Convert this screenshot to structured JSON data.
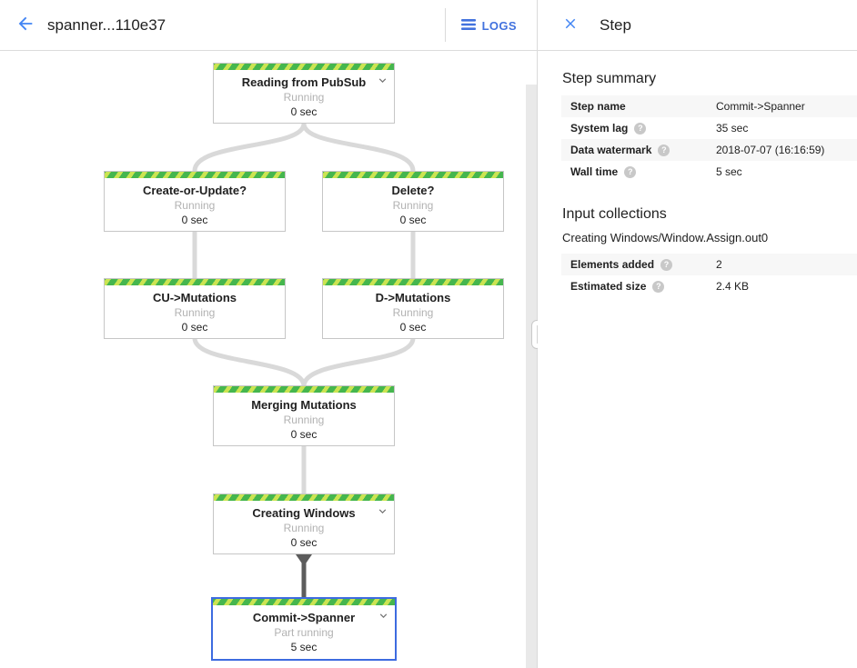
{
  "header": {
    "title": "spanner...110e37",
    "logs_label": "LOGS"
  },
  "panel": {
    "title": "Step",
    "step_summary": {
      "heading": "Step summary",
      "rows": [
        {
          "label": "Step name",
          "value": "Commit->Spanner"
        },
        {
          "label": "System lag",
          "value": "35 sec"
        },
        {
          "label": "Data watermark",
          "value": "2018-07-07 (16:16:59)"
        },
        {
          "label": "Wall time",
          "value": "5 sec"
        }
      ]
    },
    "input_collections": {
      "heading": "Input collections",
      "collection_name": "Creating Windows/Window.Assign.out0",
      "rows": [
        {
          "label": "Elements added",
          "value": "2"
        },
        {
          "label": "Estimated size",
          "value": "2.4 KB"
        }
      ]
    }
  },
  "graph": {
    "nodes": [
      {
        "id": "reading-from-pubsub",
        "title": "Reading from PubSub",
        "status": "Running",
        "time": "0 sec"
      },
      {
        "id": "create-or-update",
        "title": "Create-or-Update?",
        "status": "Running",
        "time": "0 sec"
      },
      {
        "id": "delete",
        "title": "Delete?",
        "status": "Running",
        "time": "0 sec"
      },
      {
        "id": "cu-mutations",
        "title": "CU->Mutations",
        "status": "Running",
        "time": "0 sec"
      },
      {
        "id": "d-mutations",
        "title": "D->Mutations",
        "status": "Running",
        "time": "0 sec"
      },
      {
        "id": "merging-mutations",
        "title": "Merging Mutations",
        "status": "Running",
        "time": "0 sec"
      },
      {
        "id": "creating-windows",
        "title": "Creating Windows",
        "status": "Running",
        "time": "0 sec"
      },
      {
        "id": "commit-spanner",
        "title": "Commit->Spanner",
        "status": "Part running",
        "time": "5 sec"
      }
    ]
  },
  "icons": {
    "help_glyph": "?"
  },
  "colors": {
    "accent_blue": "#4285f4",
    "selected_node_border": "#3d6be0",
    "running_stripe_green": "#45b64e",
    "running_stripe_yellow_green": "#cbe452",
    "edge_gray": "#d9d9d9",
    "edge_dark": "#5c5c5c"
  }
}
